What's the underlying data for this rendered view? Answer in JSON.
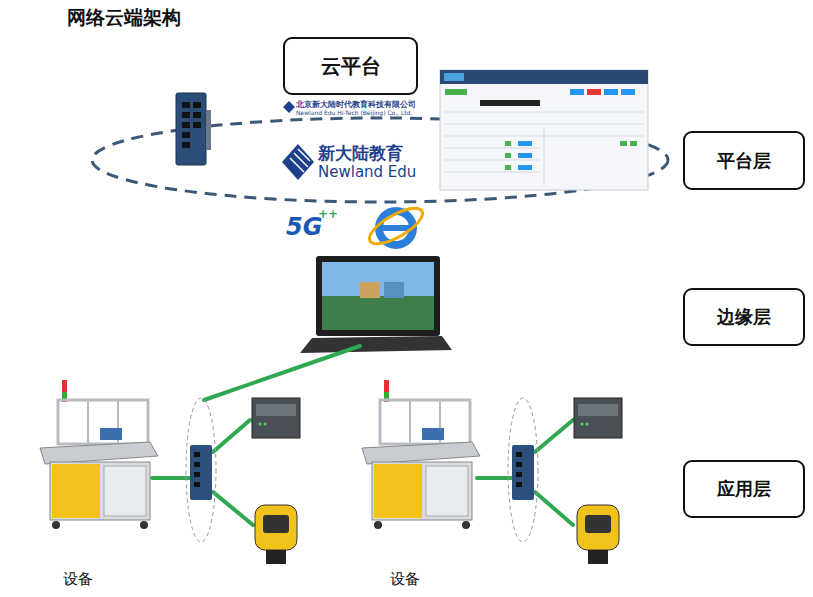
{
  "diagram": {
    "title": "网络云端架构",
    "nodes": [
      {
        "text": [
          "云平台"
        ]
      },
      {
        "text": [
          "平台层"
        ]
      },
      {
        "text": [
          "边缘层"
        ]
      },
      {
        "text": [
          "应用层"
        ]
      }
    ],
    "labels": [
      "北京新大陆时代教育科技有限公司",
      "Newland Edu Hi-Tech (Beijing) Co., Ltd.",
      "新大陆教育",
      "Newland Edu",
      "5G",
      "++",
      "设备",
      "设备"
    ]
  }
}
